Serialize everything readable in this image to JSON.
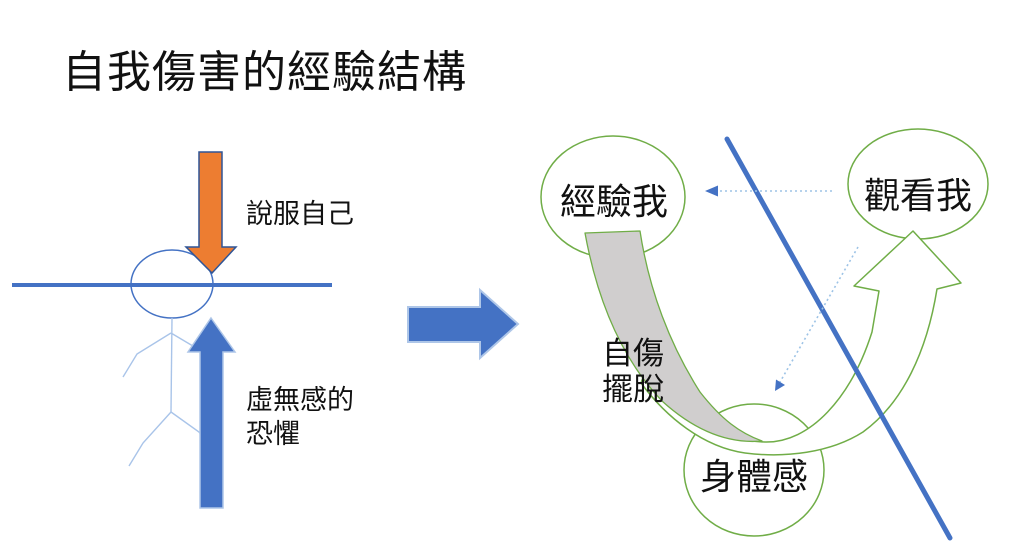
{
  "slide": {
    "title": "自我傷害的經驗結構",
    "left_figure": {
      "down_arrow_label": "說服自己",
      "up_arrow_label_line1": "虛無感的",
      "up_arrow_label_line2": "恐懼"
    },
    "right_figure": {
      "experiencing_self_label": "經驗我",
      "observing_self_label": "觀看我",
      "bodily_sense_label": "身體感",
      "band_label_line1": "自傷",
      "band_label_line2": "擺脫"
    },
    "colors": {
      "blue": "#4472C4",
      "light_blue_outline": "#AEC6E8",
      "stick_figure_blue": "#A9C4E9",
      "dotted_blue": "#9DC3E6",
      "orange": "#ED7D31",
      "orange_outline": "#2F5597",
      "green": "#70AD47",
      "gray_band": "#D0CECE",
      "text": "#111111"
    }
  }
}
